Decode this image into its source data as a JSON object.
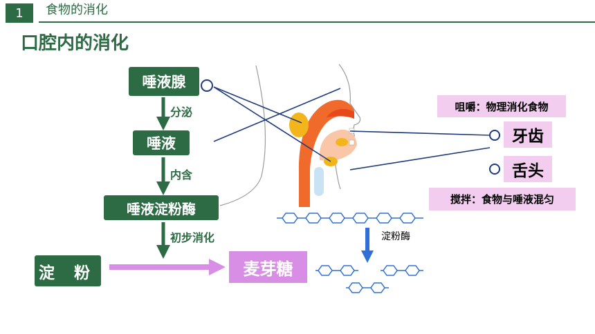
{
  "header": {
    "slide_number": "1",
    "topic": "食物的消化"
  },
  "title": "口腔内的消化",
  "flow": {
    "gland": "唾液腺",
    "secretes": "分泌",
    "saliva": "唾液",
    "contains": "内含",
    "enzyme": "唾液淀粉酶",
    "initial_digestion": "初步消化",
    "starch": "淀 粉",
    "maltose": "麦芽糖"
  },
  "labels": {
    "chewing": "咀嚼：物理消化食物",
    "teeth": "牙齿",
    "tongue": "舌头",
    "stirring": "搅拌：食物与唾液混匀",
    "amylase": "淀粉酶"
  },
  "colors": {
    "green": "#2d6b45",
    "pink": "#f2cdf0",
    "purple": "#d98ee6",
    "blue": "#2f6fd6",
    "navy": "#1f3a7a"
  }
}
